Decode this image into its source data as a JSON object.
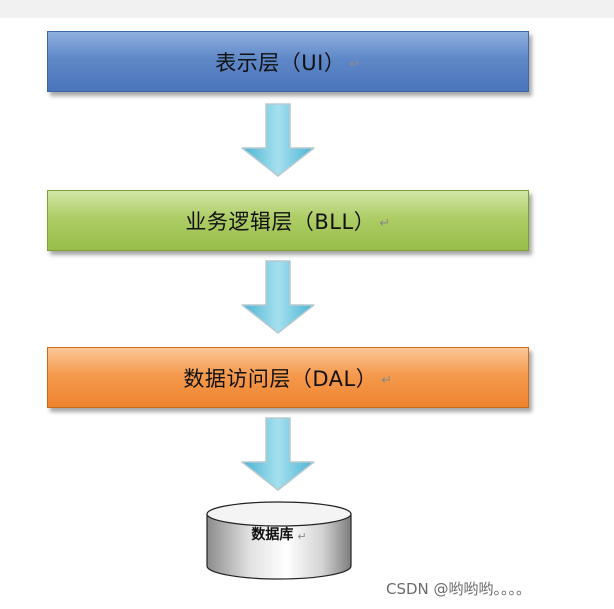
{
  "layers": [
    {
      "label": "表示层（UI）",
      "return_mark": "↵",
      "color": "#5f88c8"
    },
    {
      "label": "业务逻辑层（BLL）",
      "return_mark": "↵",
      "color": "#aecd66"
    },
    {
      "label": "数据访问层（DAL）",
      "return_mark": "↵",
      "color": "#f59a4d"
    }
  ],
  "database": {
    "label": "数据库",
    "return_mark": "↵"
  },
  "arrow_color": "#6fc6de",
  "watermark": "CSDN @哟哟哟。。。。"
}
